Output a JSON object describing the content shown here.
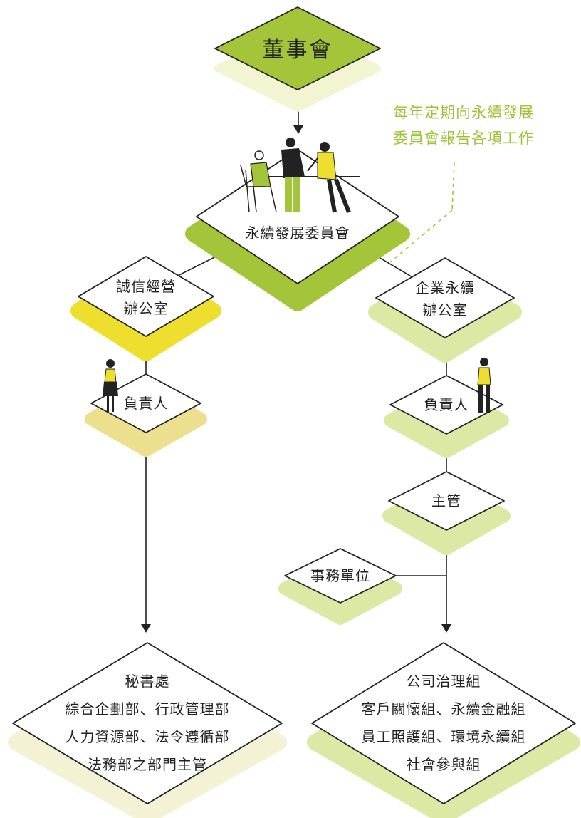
{
  "board": {
    "label": "董事會"
  },
  "committee": {
    "label": "永續發展委員會"
  },
  "report_note": {
    "line1": "每年定期向永續發展",
    "line2": "委員會報告各項工作"
  },
  "integrity_office": {
    "line1": "誠信經營",
    "line2": "辦公室"
  },
  "sustainability_office": {
    "line1": "企業永續",
    "line2": "辦公室"
  },
  "left_person_in_charge": {
    "label": "負責人"
  },
  "right_person_in_charge": {
    "label": "負責人"
  },
  "supervisor": {
    "label": "主管"
  },
  "admin_unit": {
    "label": "事務單位"
  },
  "secretariat_box": {
    "lines": [
      "秘書處",
      "綜合企劃部、行政管理部",
      "人力資源部、法令遵循部",
      "法務部之部門主管"
    ]
  },
  "groups_box": {
    "lines": [
      "公司治理組",
      "客戶關懷組、永續金融組",
      "員工照護組、環境永續組",
      "社會參與組"
    ]
  },
  "colors": {
    "lime": "#a4c43a",
    "lime_light": "#dbe9a5",
    "cream": "#f3f2d4",
    "yellow": "#eedf2e",
    "yellow_light": "#ecdf8e",
    "line": "#222222",
    "note": "#9cc233"
  }
}
